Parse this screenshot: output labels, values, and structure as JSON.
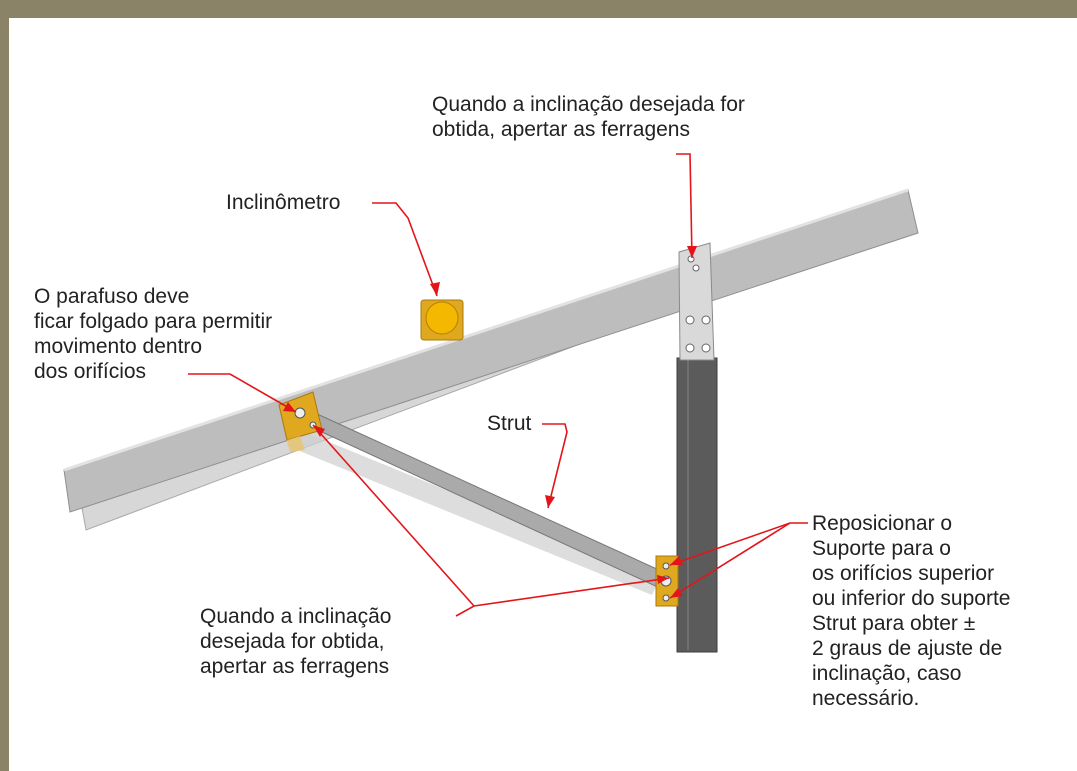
{
  "colors": {
    "frame": "#8a8367",
    "leader": "#e3151a",
    "bracket": "#e0a81e",
    "rail": "#bdbdbd",
    "post": "#595959"
  },
  "labels": {
    "top_right": [
      "Quando a inclinação desejada for",
      "obtida, apertar as ferragens"
    ],
    "inclinometer": "Inclinômetro",
    "bolt": [
      "O parafuso deve",
      "ficar folgado para permitir",
      "movimento dentro",
      "dos orifícios"
    ],
    "strut": "Strut",
    "bottom_left": [
      "Quando a inclinação",
      "desejada for obtida,",
      "apertar as ferragens"
    ],
    "reposition": [
      "Reposicionar o",
      "Suporte para o",
      "os orifícios superior",
      "ou inferior do suporte",
      "Strut para obter ±",
      "2 graus de ajuste de",
      "inclinação, caso",
      "necessário."
    ]
  }
}
